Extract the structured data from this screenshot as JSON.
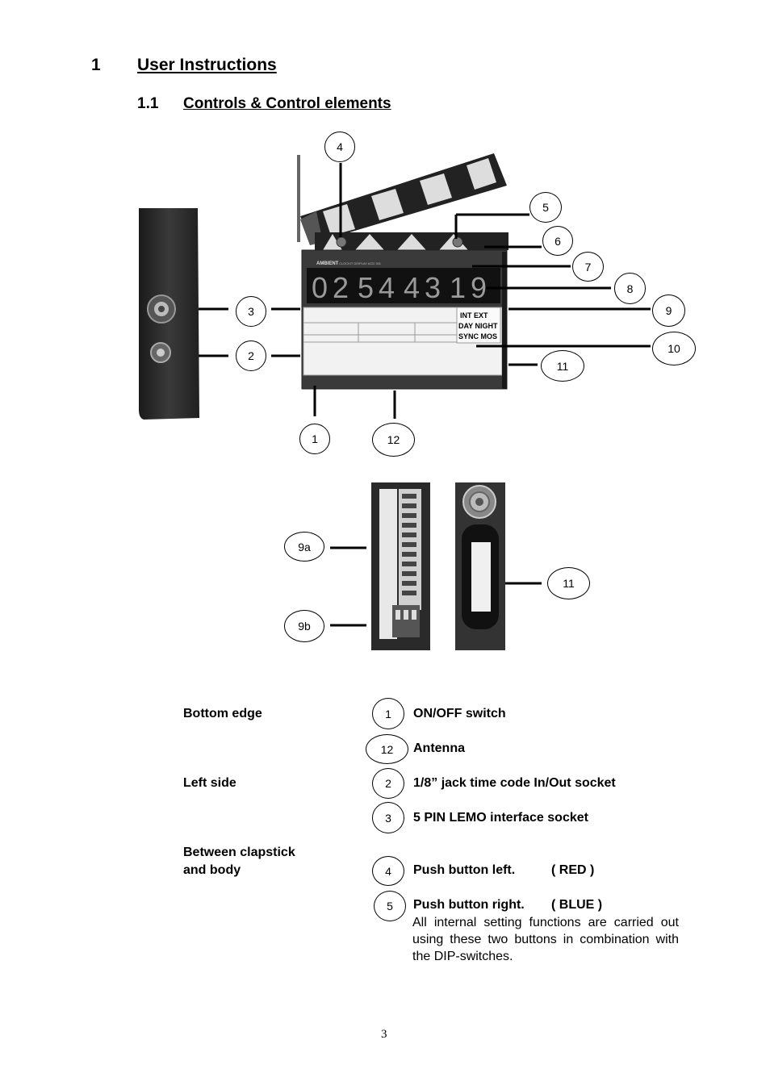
{
  "heading1": {
    "number": "1",
    "title": "User Instructions"
  },
  "heading2": {
    "number": "1.1",
    "title": "Controls & Control elements"
  },
  "slate": {
    "brand": "AMBIENT",
    "brand_sub": "CLOCKIT DISPLAY ACD 301",
    "timecode_digits": [
      "0",
      "2",
      "5",
      "4",
      "4",
      "3",
      "1",
      "9"
    ],
    "int_ext": "INT  EXT",
    "day_night": "DAY NIGHT",
    "sync_mos": "SYNC MOS",
    "callouts": [
      "1",
      "2",
      "3",
      "4",
      "5",
      "6",
      "7",
      "8",
      "9",
      "10",
      "11",
      "12"
    ],
    "detail_callouts": [
      "9a",
      "9b",
      "11"
    ]
  },
  "legend": [
    {
      "section": "Bottom edge",
      "num": "1",
      "text": "ON/OFF switch"
    },
    {
      "section": "",
      "num": "12",
      "text": "Antenna"
    },
    {
      "section": "Left side",
      "num": "2",
      "text": "1/8” jack time code In/Out socket"
    },
    {
      "section": "",
      "num": "3",
      "text": "5 PIN LEMO interface socket"
    },
    {
      "section_line1": "Between clapstick",
      "section_line2": "and body",
      "num": "4",
      "text": "Push button left.",
      "color": "( RED )"
    },
    {
      "section": "",
      "num": "5",
      "text": "Push button right.",
      "color": "( BLUE )",
      "body": "All internal setting functions are carried out using these two buttons in combination with the DIP-switches."
    }
  ],
  "page_number": "3"
}
